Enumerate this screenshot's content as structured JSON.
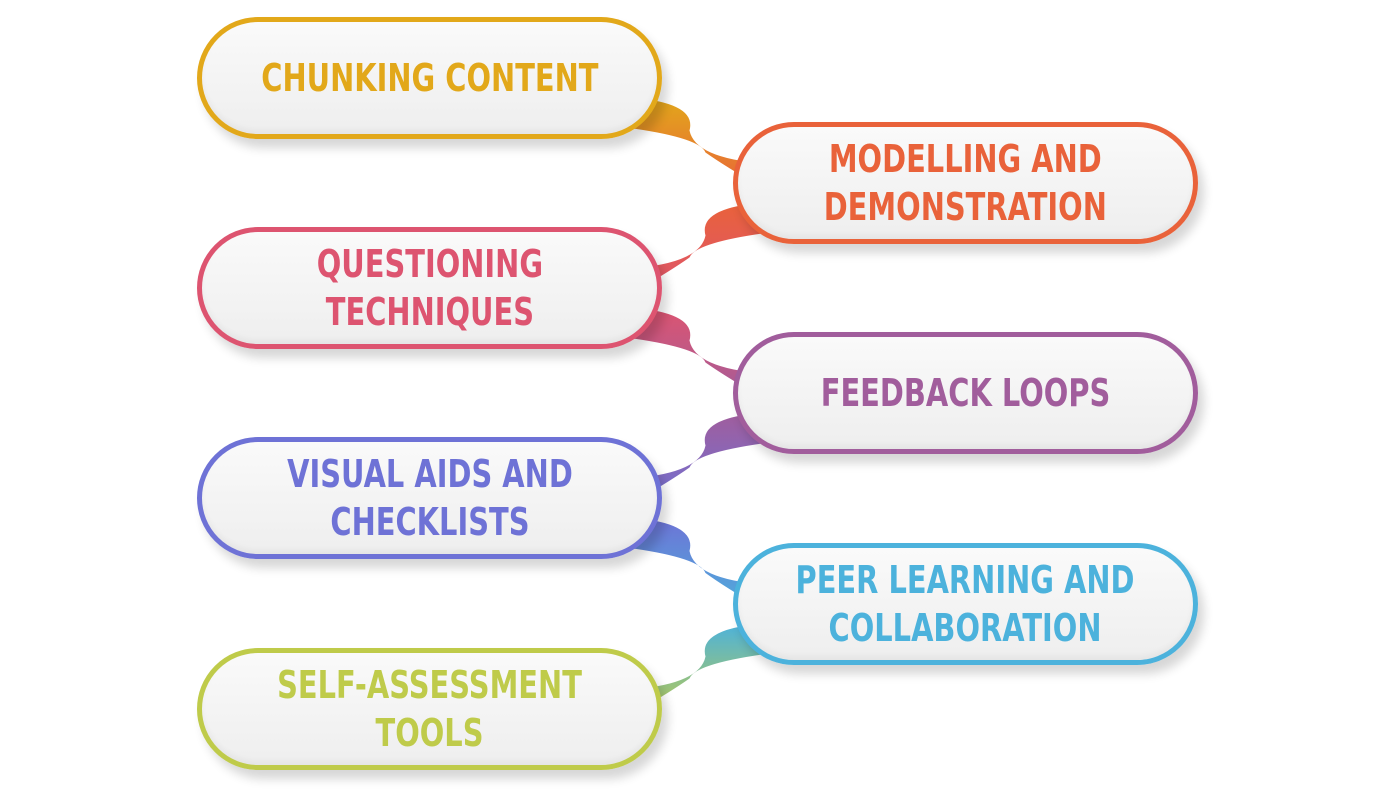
{
  "diagram": {
    "steps": [
      {
        "lines": [
          "CHUNKING CONTENT"
        ],
        "color": "#E2A81A"
      },
      {
        "lines": [
          "MODELLING AND",
          "DEMONSTRATION"
        ],
        "color": "#E9623A"
      },
      {
        "lines": [
          "QUESTIONING",
          "TECHNIQUES"
        ],
        "color": "#DD5470"
      },
      {
        "lines": [
          "FEEDBACK LOOPS"
        ],
        "color": "#A15D9C"
      },
      {
        "lines": [
          "VISUAL AIDS AND",
          "CHECKLISTS"
        ],
        "color": "#6E72D6"
      },
      {
        "lines": [
          "PEER LEARNING AND",
          "COLLABORATION"
        ],
        "color": "#4CB2DC"
      },
      {
        "lines": [
          "SELF-ASSESSMENT",
          "TOOLS"
        ],
        "color": "#BFCB4A"
      }
    ]
  }
}
